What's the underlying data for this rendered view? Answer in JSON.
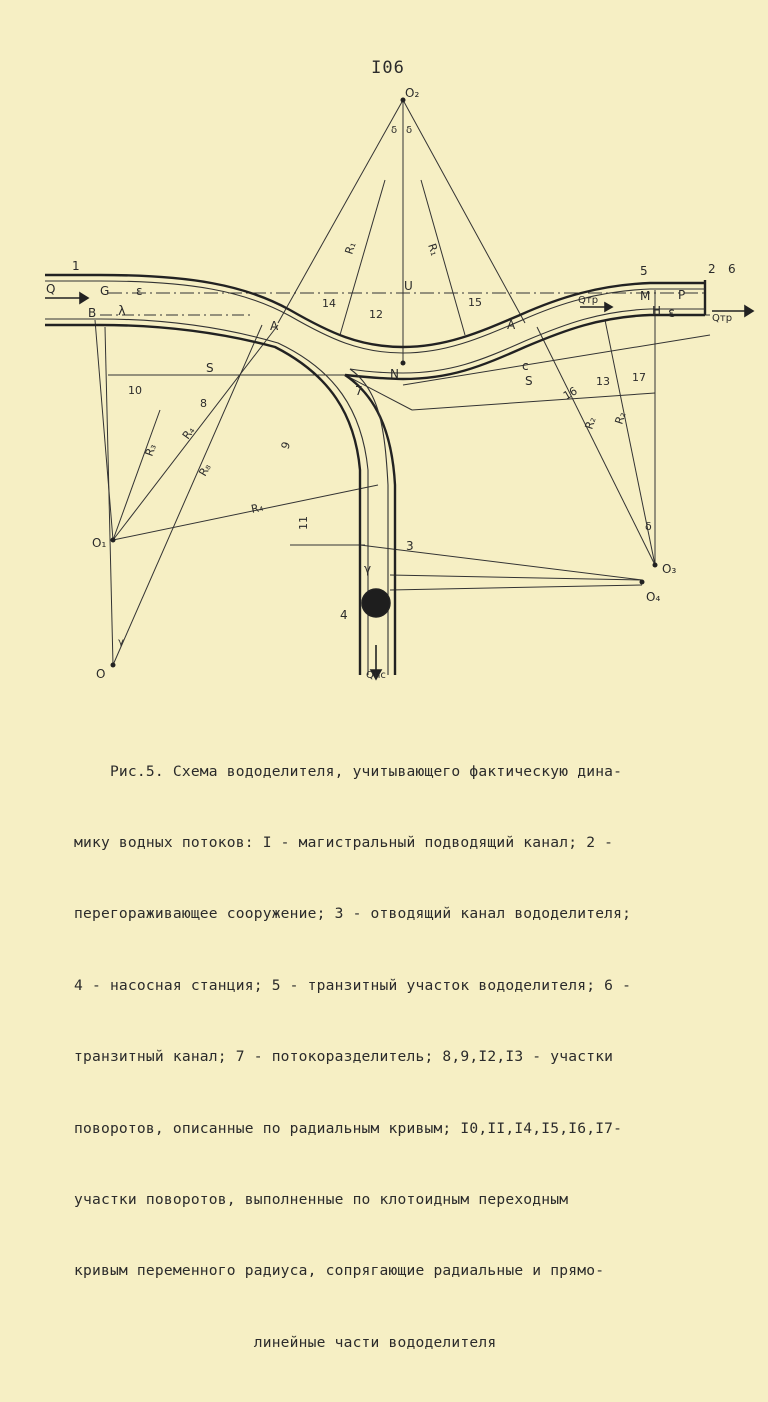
{
  "page_number": "I06",
  "figure": {
    "labels": {
      "O2": "O₂",
      "O1": "O₁",
      "O": "O",
      "O3": "O₃",
      "O4": "O₄",
      "Q_in": "Q",
      "Q_tr": "Qтр",
      "Q_tr2": "Qтр",
      "Q_nc": "Qнс",
      "B": "B",
      "G": "G",
      "A1": "A",
      "A2": "A",
      "N": "N",
      "U": "U",
      "M": "M",
      "H": "H",
      "P": "P",
      "C": "c",
      "S1": "S",
      "S2": "S",
      "lambda": "λ",
      "eps1": "ε",
      "eps2": "ε",
      "R1a": "R₁",
      "R1b": "R₁",
      "R2a": "R₂",
      "R2b": "R₂",
      "R3": "R₃",
      "R4a": "R₄",
      "R4b": "R₄",
      "R8": "R₈",
      "gamma_top_l": "δ",
      "gamma_top_r": "δ",
      "gamma_o": "γ",
      "gamma_o3": "δ",
      "gamma_v": "γ",
      "n1": "1",
      "n2": "2",
      "n3": "3",
      "n4": "4",
      "n5": "5",
      "n6": "6",
      "n7": "7",
      "n8": "8",
      "n9": "9",
      "n10": "10",
      "n11": "11",
      "n12": "12",
      "n13": "13",
      "n14": "14",
      "n15": "15",
      "n16": "16",
      "n17": "17"
    }
  },
  "caption": {
    "lines": [
      "    Рис.5. Схема вододелителя, учитывающего фактическую дина-",
      "мику водных потоков: I - магистральный подводящий канал; 2 -",
      "перегораживающее сооружение; 3 - отводящий канал вододелителя;",
      "4 - насосная станция; 5 - транзитный участок вододелителя; 6 -",
      "транзитный канал; 7 - потокоразделитель; 8,9,I2,I3 - участки",
      "поворотов, описанные по радиальным кривым; I0,II,I4,I5,I6,I7-",
      "участки поворотов, выполненные по клотоидным переходным",
      "кривым переменного радиуса, сопрягающие радиальные и прямо-",
      "                    линейные части вододелителя"
    ]
  }
}
